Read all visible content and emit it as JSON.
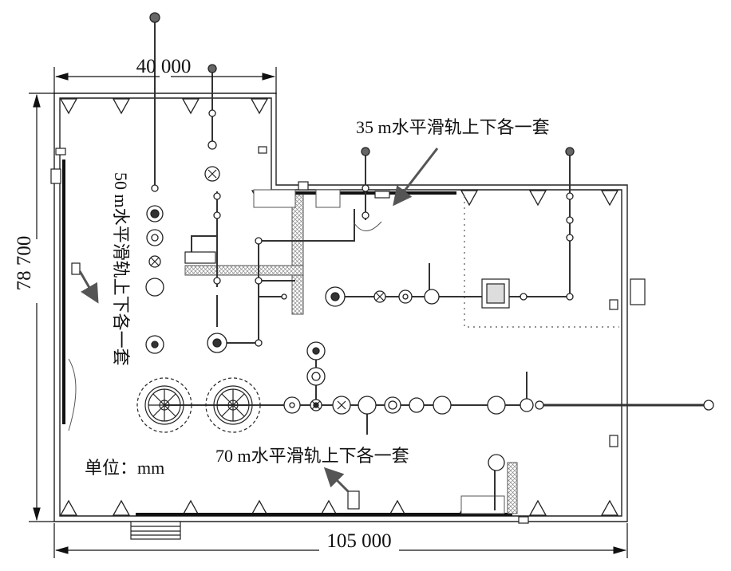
{
  "dimensions": {
    "top_width": "40 000",
    "total_width": "105 000",
    "height": "78 700"
  },
  "annotations": {
    "rail_35": "35 m水平滑轨上下各一套",
    "rail_50": "50 m水平滑轨上下各一套",
    "rail_70": "70 m水平滑轨上下各一套",
    "unit": "单位：mm"
  },
  "colors": {
    "line": "#222222",
    "hatch": "#8a8a8a",
    "rail": "#111111",
    "arrow": "#555555"
  }
}
